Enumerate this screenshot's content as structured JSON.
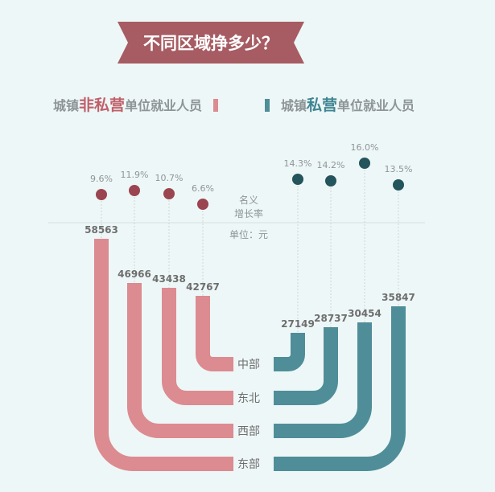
{
  "chart_data": {
    "type": "bar",
    "title": "不同区域挣多少？",
    "unit_label": "单位：元",
    "growth_label_line1": "名义",
    "growth_label_line2": "增长率",
    "categories": [
      "东部",
      "西部",
      "东北",
      "中部"
    ],
    "series": [
      {
        "name": "城镇非私营单位就业人员",
        "legend_prefix": "城镇",
        "legend_highlight": "非私营",
        "legend_suffix": "单位就业人员",
        "values": [
          58563,
          46966,
          43438,
          42767
        ],
        "growth": [
          "9.6%",
          "11.9%",
          "10.7%",
          "6.6%"
        ],
        "growth_values": [
          9.6,
          11.9,
          10.7,
          6.6
        ],
        "color": "#dc8b90",
        "dot_color": "#9a4550",
        "highlight_color": "#c0606b"
      },
      {
        "name": "城镇私营单位就业人员",
        "legend_prefix": "城镇",
        "legend_highlight": "私营",
        "legend_suffix": "单位就业人员",
        "values": [
          35847,
          30454,
          28737,
          27149
        ],
        "growth": [
          "13.5%",
          "16.0%",
          "14.2%",
          "14.3%"
        ],
        "growth_values": [
          13.5,
          16.0,
          14.2,
          14.3
        ],
        "color": "#4f8e98",
        "dot_color": "#24545c",
        "highlight_color": "#3f8592"
      }
    ]
  },
  "colors": {
    "background": "#eef7f7",
    "ribbon": "#a65c62",
    "text": "#8e9596",
    "value_text": "#6e6e6e"
  }
}
